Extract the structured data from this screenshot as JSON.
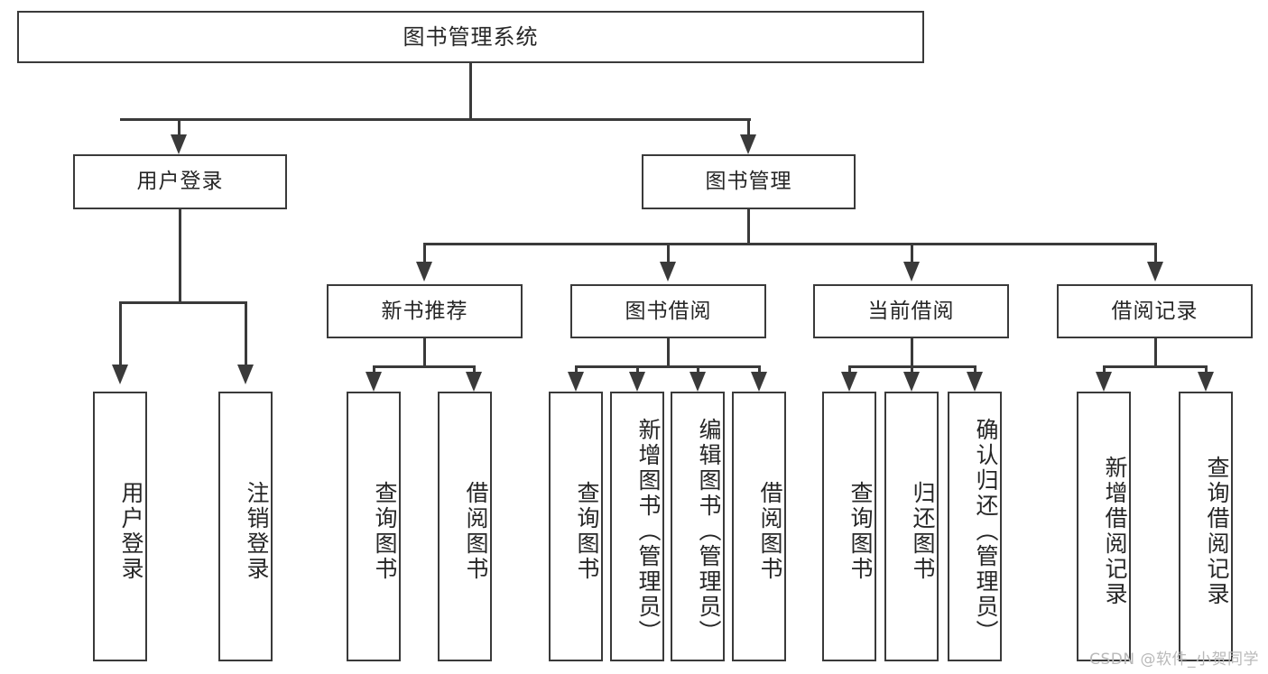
{
  "diagram": {
    "type": "tree-hierarchy",
    "title": "图书管理系统",
    "root": {
      "id": "root",
      "label": "图书管理系统",
      "orientation": "horizontal"
    },
    "level2": [
      {
        "id": "user-login",
        "label": "用户登录",
        "orientation": "horizontal"
      },
      {
        "id": "book-manage",
        "label": "图书管理",
        "orientation": "horizontal"
      }
    ],
    "level3": [
      {
        "id": "new-book-recommend",
        "label": "新书推荐",
        "orientation": "horizontal",
        "parent": "book-manage"
      },
      {
        "id": "book-borrow",
        "label": "图书借阅",
        "orientation": "horizontal",
        "parent": "book-manage"
      },
      {
        "id": "current-borrow",
        "label": "当前借阅",
        "orientation": "horizontal",
        "parent": "book-manage"
      },
      {
        "id": "borrow-record",
        "label": "借阅记录",
        "orientation": "horizontal",
        "parent": "book-manage"
      }
    ],
    "leaves": {
      "user_login": [
        {
          "id": "leaf-user-login",
          "label": "用户登录"
        },
        {
          "id": "leaf-logout-login",
          "label": "注销登录"
        }
      ],
      "new_book_recommend": [
        {
          "id": "leaf-query-book-1",
          "label": "查询图书"
        },
        {
          "id": "leaf-borrow-book-1",
          "label": "借阅图书"
        }
      ],
      "book_borrow": [
        {
          "id": "leaf-query-book-2",
          "label": "查询图书"
        },
        {
          "id": "leaf-add-book",
          "label": "新增图书（管理员）"
        },
        {
          "id": "leaf-edit-book",
          "label": "编辑图书（管理员）"
        },
        {
          "id": "leaf-borrow-book-2",
          "label": "借阅图书"
        }
      ],
      "current_borrow": [
        {
          "id": "leaf-query-book-3",
          "label": "查询图书"
        },
        {
          "id": "leaf-return-book",
          "label": "归还图书"
        },
        {
          "id": "leaf-confirm-return",
          "label": "确认归还（管理员）"
        }
      ],
      "borrow_record": [
        {
          "id": "leaf-add-record",
          "label": "新增借阅记录"
        },
        {
          "id": "leaf-query-record",
          "label": "查询借阅记录"
        }
      ]
    },
    "colors": {
      "stroke": "#3a3a3a",
      "fill": "#ffffff",
      "text": "#262626",
      "watermark": "#b9b9b9"
    }
  },
  "watermark": {
    "text": "CSDN @软件_小贺同学"
  }
}
